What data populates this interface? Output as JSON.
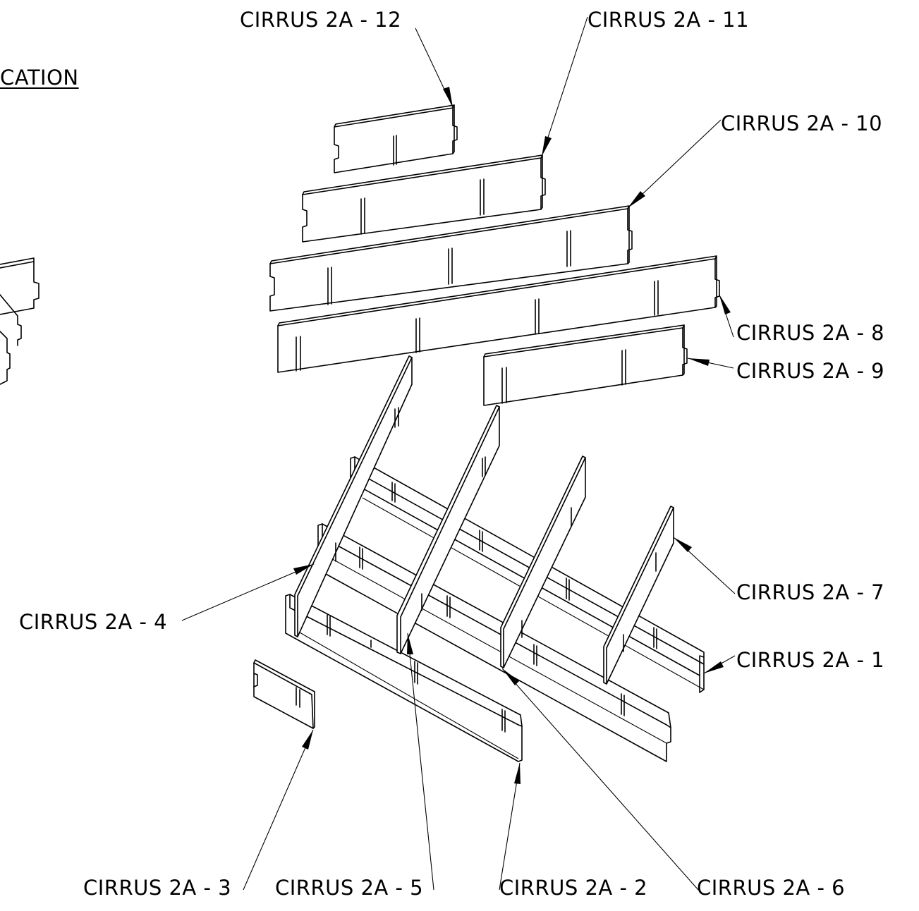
{
  "drawing": {
    "title_fragment": "CATION",
    "labels": {
      "p1": "CIRRUS 2A - 1",
      "p2": "CIRRUS 2A - 2",
      "p3": "CIRRUS 2A - 3",
      "p4": "CIRRUS 2A - 4",
      "p5": "CIRRUS 2A - 5",
      "p6": "CIRRUS 2A - 6",
      "p7": "CIRRUS 2A - 7",
      "p8": "CIRRUS 2A - 8",
      "p9": "CIRRUS 2A - 9",
      "p10": "CIRRUS 2A - 10",
      "p11": "CIRRUS 2A - 11",
      "p12": "CIRRUS 2A - 12"
    },
    "colors": {
      "ink": "#000000",
      "paper": "#ffffff"
    }
  }
}
